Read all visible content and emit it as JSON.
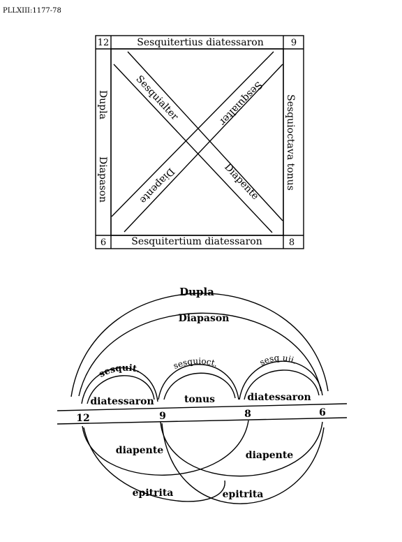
{
  "reference": "PLLXIII:1177-78",
  "square": {
    "corners": {
      "top_left": "12",
      "top_right": "9",
      "bottom_left": "6",
      "bottom_right": "8"
    },
    "top_label": "Sesquitertius diatessaron",
    "bottom_label": "Sesquitertium diatessaron",
    "left_upper": "Dupla",
    "left_lower": "Diapason",
    "right_label": "Sesquioctava tonus",
    "diag_a_upper": "Sesquialter",
    "diag_a_lower": "Diapente",
    "diag_b_upper": "Sesquialter",
    "diag_b_lower": "Diapente"
  },
  "arc_diagram": {
    "numbers": [
      "12",
      "9",
      "8",
      "6"
    ],
    "dupla": "Dupla",
    "diapason": "Diapason",
    "sesquit": "sesquit.",
    "sesquioct": "sesquioct.",
    "sesquii": "sesq uii.",
    "diatessaron_left": "diatessaron",
    "tonus": "tonus",
    "diatessaron_right": "diatessaron",
    "diapente_left": "diapente",
    "diapente_right": "diapente",
    "epitrita_left": "epitrita",
    "epitrita_right": "epitrita"
  }
}
